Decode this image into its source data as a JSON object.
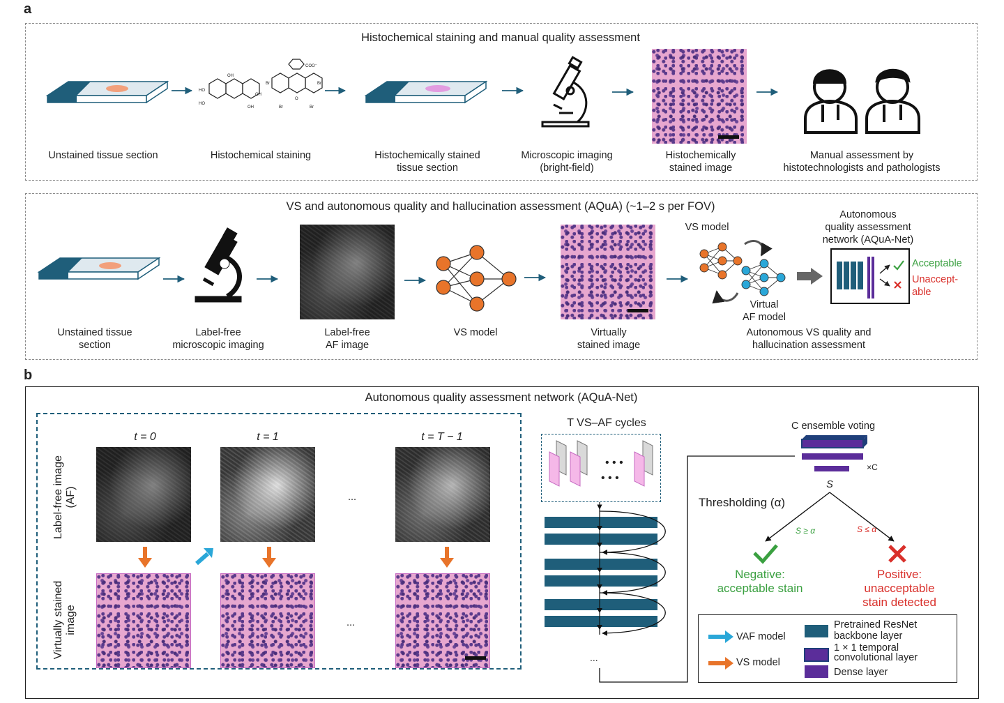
{
  "panel_a": {
    "letter": "a",
    "top_title": "Histochemical staining and manual quality assessment",
    "top_labels": [
      "Unstained tissue section",
      "Histochemical staining",
      "Histochemically stained\ntissue section",
      "Microscopic imaging\n(bright-field)",
      "Histochemically\nstained image",
      "Manual assessment by\nhistotechnologists and pathologists"
    ],
    "bottom_title": "VS and autonomous quality and hallucination assessment (AQuA) (~1–2 s per FOV)",
    "bottom_labels": [
      "Unstained tissue\nsection",
      "Label-free\nmicroscopic imaging",
      "Label-free\nAF image",
      "VS model",
      "Virtually\nstained image",
      "Autonomous VS quality and\nhallucination assessment"
    ],
    "vs_model_label": "VS model",
    "virtual_af_label": "Virtual\nAF model",
    "aqua_net_label": "Autonomous\nquality assessment\nnetwork (AQuA-Net)",
    "acceptable": "Acceptable",
    "unacceptable": "Unaccept-\nable",
    "chem_labels": [
      "OH",
      "HO",
      "HO",
      "OH",
      "OH",
      "COO⁻",
      "Br",
      "Br",
      "Br",
      "Br",
      "O"
    ]
  },
  "panel_b": {
    "letter": "b",
    "title": "Autonomous quality assessment network (AQuA-Net)",
    "af_axis_label": "Label-free image\n(AF)",
    "vs_axis_label": "Virtually stained\nimage",
    "time_labels": [
      "t = 0",
      "t = 1",
      "t = T − 1"
    ],
    "ellipsis": "...",
    "cycles_label": "T VS–AF cycles",
    "ensemble_label": "C ensemble voting",
    "times_c": "×C",
    "s_label": "S",
    "threshold_label": "Thresholding (α)",
    "cond_left": "S ≥ α",
    "cond_right": "S ≤ α",
    "negative": "Negative:\nacceptable stain",
    "positive": "Positive:\nunacceptable\nstain detected",
    "legend": {
      "vaf": "VAF model",
      "vs": "VS model",
      "resnet": "Pretrained ResNet\nbackbone layer",
      "temporal": "1 × 1 temporal\nconvolutional layer",
      "dense": "Dense layer"
    }
  },
  "colors": {
    "teal": "#1f5e7a",
    "orange": "#e8742a",
    "blue": "#2aa7d8",
    "purple": "#5b2d9a",
    "green": "#3aa040",
    "red": "#d9302b",
    "pink": "#f5b8e8"
  }
}
